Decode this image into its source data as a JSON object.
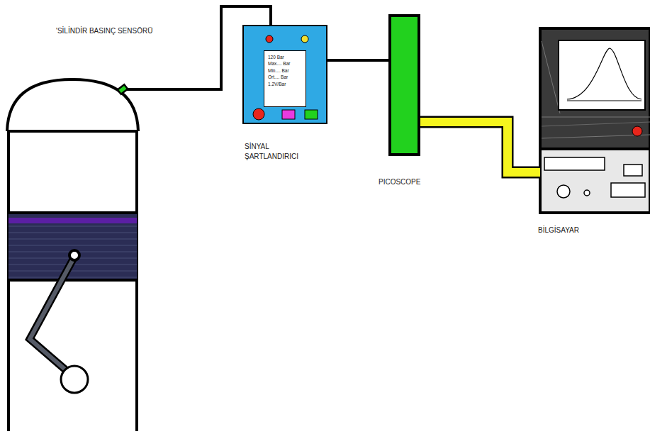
{
  "diagram": {
    "nodes": [
      {
        "text": [
          "'SİLİNDİR BASINÇ SENSÖRÜ"
        ]
      },
      {
        "text": [
          "SİNYAL ŞARTLANDIRICI"
        ]
      },
      {
        "text": [
          "120 Bar",
          "Max.... Bar",
          "Min.... Bar",
          "Ort.... Bar",
          "1.2V/Bar"
        ],
        "in": 1
      },
      {
        "text": [
          "PICOSCOPE"
        ]
      },
      {
        "text": [
          "BİLGİSAYAR"
        ]
      }
    ],
    "edges": [
      {
        "from": 0,
        "to": 1,
        "arrow": "none"
      },
      {
        "from": 1,
        "to": 3,
        "arrow": "none"
      },
      {
        "from": 3,
        "to": 4,
        "arrow": "none"
      }
    ]
  }
}
